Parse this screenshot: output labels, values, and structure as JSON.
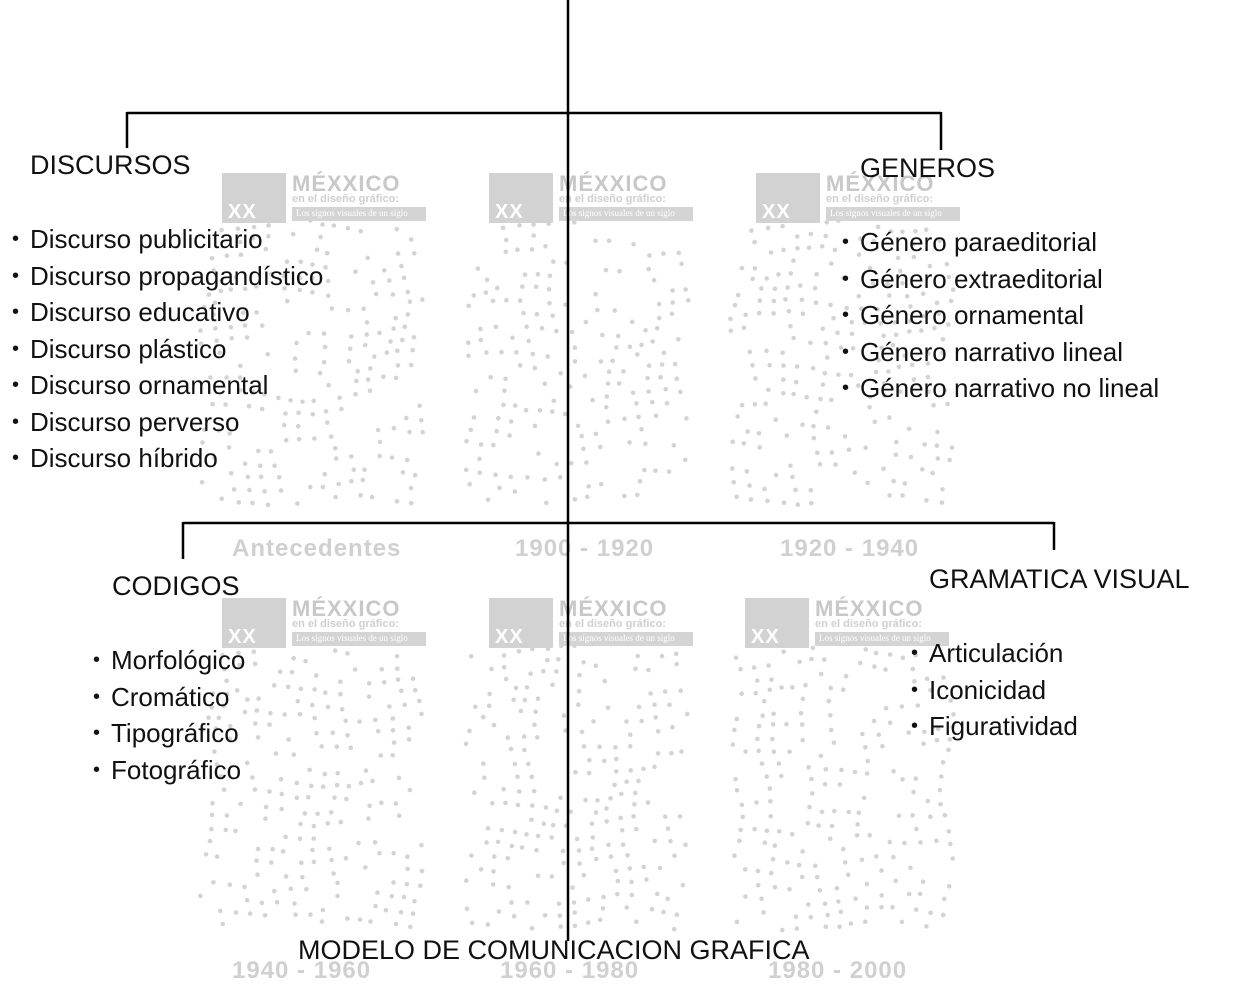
{
  "watermark": {
    "logo_big": "MÉXXICO",
    "logo_sub": "en el diseño gráfico:",
    "logo_tag": "Los signos visuales de un siglo",
    "logo_mark": "XX",
    "periods": [
      "Antecedentes",
      "1900 - 1920",
      "1920 - 1940",
      "1940 - 1960",
      "1960 - 1980",
      "1980 - 2000"
    ]
  },
  "discursos": {
    "title": "DISCURSOS",
    "items": [
      "Discurso publicitario",
      "Discurso propagandístico",
      "Discurso educativo",
      "Discurso plástico",
      "Discurso ornamental",
      "Discurso perverso",
      "Discurso híbrido"
    ]
  },
  "generos": {
    "title": "GENEROS",
    "items": [
      "Género paraeditorial",
      "Género extraeditorial",
      "Género ornamental",
      "Género narrativo lineal",
      "Género narrativo no lineal"
    ]
  },
  "codigos": {
    "title": "CODIGOS",
    "items": [
      "Morfológico",
      "Cromático",
      "Tipográfico",
      "Fotográfico"
    ]
  },
  "gramatica": {
    "title": "GRAMATICA VISUAL",
    "items": [
      "Articulación",
      "Iconicidad",
      "Figuratividad"
    ]
  },
  "caption": "MODELO DE COMUNICACION GRAFICA",
  "bullet_char": "•",
  "colors": {
    "line": "#000000",
    "watermark": "#cfcfcf"
  }
}
